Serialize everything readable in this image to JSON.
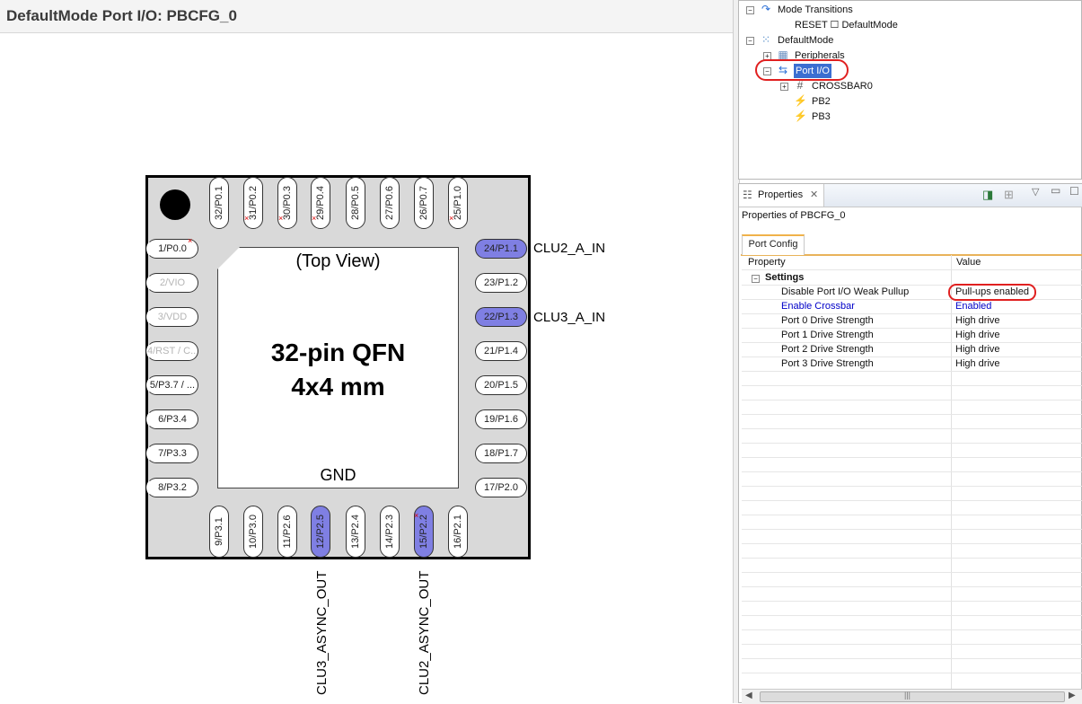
{
  "editor": {
    "title": "DefaultMode Port I/O: PBCFG_0"
  },
  "chip": {
    "view": "(Top View)",
    "package_line1": "32-pin QFN",
    "package_line2": "4x4 mm",
    "center_pad": "GND",
    "top_pins": [
      "32/P0.1",
      "31/P0.2",
      "30/P0.3",
      "29/P0.4",
      "28/P0.5",
      "27/P0.6",
      "26/P0.7",
      "25/P1.0"
    ],
    "left_pins": [
      "1/P0.0",
      "2/VIO",
      "3/VDD",
      "4/RST / C...",
      "5/P3.7 / ...",
      "6/P3.4",
      "7/P3.3",
      "8/P3.2"
    ],
    "right_pins": [
      "24/P1.1",
      "23/P1.2",
      "22/P1.3",
      "21/P1.4",
      "20/P1.5",
      "19/P1.6",
      "18/P1.7",
      "17/P2.0"
    ],
    "bottom_pins": [
      "9/P3.1",
      "10/P3.0",
      "11/P2.6",
      "12/P2.5",
      "13/P2.4",
      "14/P2.3",
      "15/P2.2",
      "16/P2.1"
    ],
    "signals": {
      "p1_1": "CLU2_A_IN",
      "p1_3": "CLU3_A_IN",
      "p2_5": "CLU3_ASYNC_OUT",
      "p2_2": "CLU2_ASYNC_OUT"
    },
    "assigned_color": "#7f7fe3"
  },
  "tree": {
    "mode_transitions": "Mode Transitions",
    "reset_transition": "RESET ☐ DefaultMode",
    "default_mode": "DefaultMode",
    "peripherals": "Peripherals",
    "port_io": "Port I/O",
    "crossbar": "CROSSBAR0",
    "pb2": "PB2",
    "pb3": "PB3"
  },
  "properties": {
    "tab_label": "Properties",
    "subtitle": "Properties of PBCFG_0",
    "config_tab": "Port Config",
    "col_property": "Property",
    "col_value": "Value",
    "group": "Settings",
    "rows": [
      {
        "name": "Disable Port I/O Weak Pullup",
        "value": "Pull-ups enabled"
      },
      {
        "name": "Enable Crossbar",
        "value": "Enabled"
      },
      {
        "name": "Port 0 Drive Strength",
        "value": "High drive"
      },
      {
        "name": "Port 1 Drive Strength",
        "value": "High drive"
      },
      {
        "name": "Port 2 Drive Strength",
        "value": "High drive"
      },
      {
        "name": "Port 3 Drive Strength",
        "value": "High drive"
      }
    ],
    "scroll_grip": "|||"
  },
  "highlight_color": "#e02020"
}
